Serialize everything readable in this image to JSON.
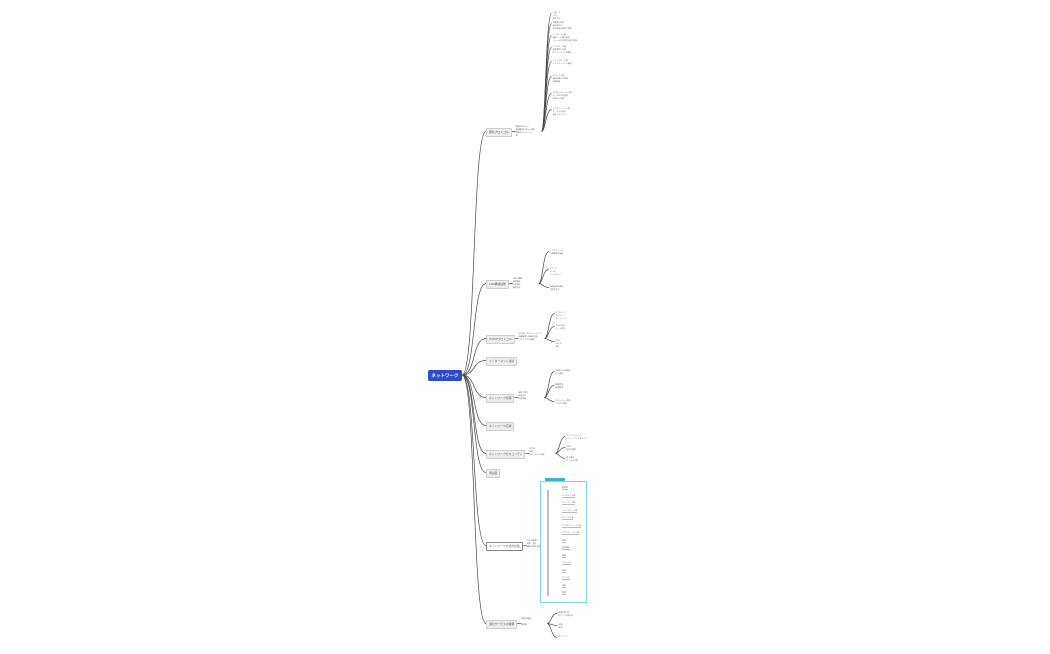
{
  "mindmap": {
    "root": {
      "label": "ネットワーク"
    },
    "branches": [
      {
        "id": "b1",
        "label": "通信プロトコル",
        "summary": "階層を持たない\n階層構造を持つ一階層\n物理的にアドレス一\n規",
        "details": [
          "一般・ネ\nプロ\n基本プロ…",
          "物理層の特性\n電気信号の\n伝送媒体の規格と特性",
          "データリンク層\n隣接ノード間の伝送\nフレームの送受信と誤り検出",
          "ネットワーク層\n経路選択と中継\nIPアドレスによる識別",
          "トランスポート層\nエンドツーエンド通信",
          "セッション層\n通信の確立と維持\n同期制御",
          "プレゼンテーション層\nデータ形式の変換\n暗号化と圧縮",
          "アプリケーション層\nサービスの提供\n各種プロトコル"
        ]
      },
      {
        "id": "b2",
        "label": "LAN構成技術",
        "summary": "LANの構成\n接続機器\n伝送媒体\n通信方式",
        "details": [
          "ハブとスイッチ\n中継装置の種類",
          "ブリッジ\nルータ\nゲートウェイ",
          "無線LANの規格\n暗号化方式"
        ]
      },
      {
        "id": "b3",
        "label": "TCP/IPプロトコル",
        "summary": "TCP/IPによるネットワーク\n階層構造と各層の役割\nプロトコルの種類",
        "details": [
          "IPアドレス\nサブネット\nルーティング",
          "TCPとUDP\nポート番号",
          "DNS\nDHCP\nNAT"
        ]
      },
      {
        "id": "b4",
        "label": "インターネット接続",
        "summary": "",
        "details": []
      },
      {
        "id": "b5",
        "label": "ネットワーク管理",
        "summary": "監視と保守\n障害対応\n性能管理",
        "details": [
          "SNMPによる監視\nログ管理",
          "構成管理\n障害管理",
          "セキュリティ管理\nアクセス制御"
        ]
      },
      {
        "id": "b6",
        "label": "ネットワーク応用",
        "summary": "",
        "details": []
      },
      {
        "id": "b7",
        "label": "ネットワークセキュリティ",
        "summary": "暗号化\n認証\n不正アクセス対策",
        "details": [
          "ファイアウォール\nパケットフィルタリング",
          "VPN\n暗号化通信",
          "侵入検知\nウイルス対策"
        ]
      },
      {
        "id": "b8",
        "label": "用語集",
        "summary": "",
        "details": []
      },
      {
        "id": "b9",
        "label": "ネットワーク方式の比較",
        "summary": "方式の特徴と\n比較・選択\n構成と費用の検討",
        "details": []
      },
      {
        "id": "b10",
        "label": "通信サービスの種類",
        "summary": "回線の種類\n\n専用線",
        "details": [
          "回線交換方式\nパケット交換方式",
          "ISDN\nADSL",
          "光ファイバ"
        ]
      }
    ],
    "summary_panel": {
      "items": [
        "物理層",
        "データリンク層",
        "ネットワーク層",
        "トランスポート層",
        "セッション層",
        "プレゼンテーション層",
        "アプリケーション層",
        "機器",
        "伝送媒体",
        "無線",
        "プロトコル",
        "規格",
        "アドレス",
        "経路",
        "管理"
      ]
    }
  }
}
